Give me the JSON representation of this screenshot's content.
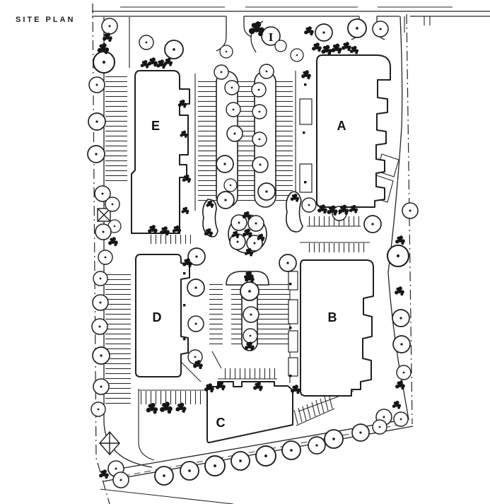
{
  "title": "SITE PLAN",
  "plan": {
    "buildings": [
      {
        "label": "A"
      },
      {
        "label": "B"
      },
      {
        "label": "C"
      },
      {
        "label": "D"
      },
      {
        "label": "E"
      }
    ],
    "entrance_marker_label": "I",
    "colors": {
      "ink": "#222222",
      "background": "#ffffff"
    }
  }
}
